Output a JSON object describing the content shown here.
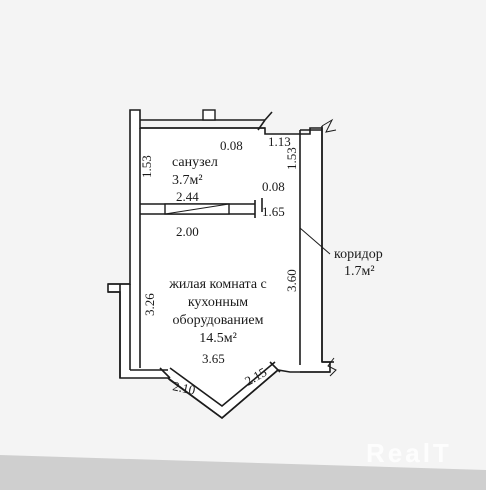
{
  "rooms": {
    "bathroom": {
      "name": "санузел",
      "area": "3.7м²"
    },
    "corridor": {
      "name": "коридор",
      "area": "1.7м²"
    },
    "living": {
      "name_line1": "жилая комната с",
      "name_line2": "кухонным",
      "name_line3": "оборудованием",
      "area": "14.5м²"
    }
  },
  "dimensions": {
    "bath_left": "1.53",
    "bath_inner_right": "1.53",
    "top_small": "0.08",
    "top_right": "1.13",
    "bath_width": "2.44",
    "wall_gap": "0.08",
    "partition_width": "2.00",
    "corridor_width": "1.65",
    "living_left": "3.26",
    "living_right": "3.60",
    "living_width": "3.65",
    "bay_left": "2.10",
    "bay_right": "2.15"
  },
  "watermark": "RealT",
  "colors": {
    "background": "#d9d9d9",
    "paper": "#ffffff",
    "ink": "#1c1c1c",
    "watermark": "#ffffff"
  }
}
